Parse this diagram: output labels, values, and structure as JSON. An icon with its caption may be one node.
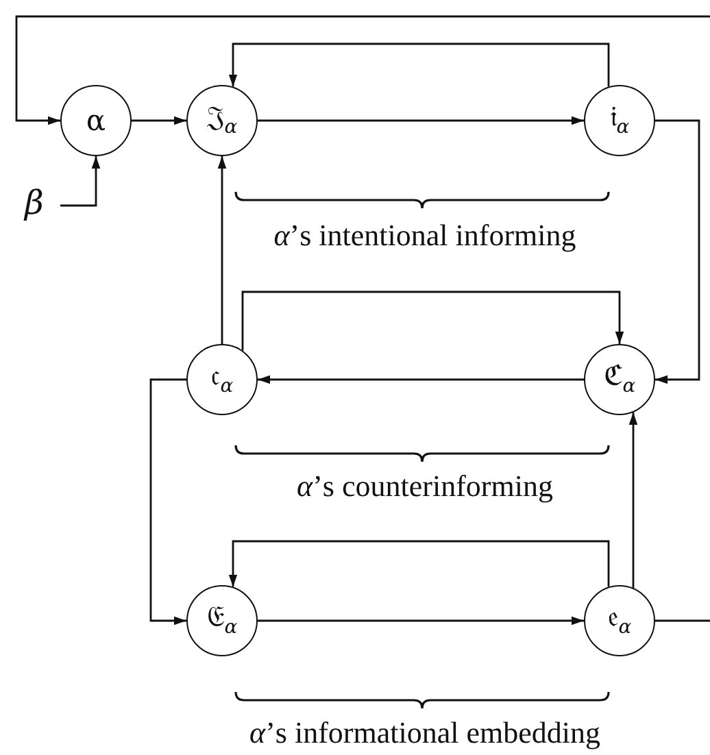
{
  "diagram": {
    "nodes": [
      {
        "text": [
          "α"
        ]
      },
      {
        "text": [
          "β"
        ]
      },
      {
        "text": [
          "𝔍$_{α}$"
        ]
      },
      {
        "text": [
          "𝔦$_{α}$"
        ]
      },
      {
        "text": [
          "𝔠$_{α}$"
        ]
      },
      {
        "text": [
          "ℭ$_{α}$"
        ]
      },
      {
        "text": [
          "𝔈$_{α}$"
        ]
      },
      {
        "text": [
          "𝔢$_{α}$"
        ]
      }
    ],
    "edges": [
      {
        "from": 0,
        "to": 2,
        "arrow": "to"
      },
      {
        "from": 1,
        "to": 0,
        "arrow": "to"
      },
      {
        "from": 2,
        "to": 3,
        "arrow": "to"
      },
      {
        "from": 3,
        "to": 2,
        "arrow": "to"
      },
      {
        "from": 3,
        "to": 5,
        "arrow": "to"
      },
      {
        "from": 5,
        "to": 4,
        "arrow": "to"
      },
      {
        "from": 4,
        "to": 5,
        "arrow": "to"
      },
      {
        "from": 4,
        "to": 2,
        "arrow": "to"
      },
      {
        "from": 4,
        "to": 6,
        "arrow": "to"
      },
      {
        "from": 6,
        "to": 7,
        "arrow": "to"
      },
      {
        "from": 7,
        "to": 6,
        "arrow": "to"
      },
      {
        "from": 7,
        "to": 5,
        "arrow": "to"
      },
      {
        "from": 7,
        "to": null,
        "arrow": "none"
      },
      {
        "from": null,
        "to": 0,
        "arrow": "to"
      }
    ],
    "labels": [
      "*α*’s intentional informing",
      "*α*’s counterinforming",
      "*α*’s informational embedding"
    ]
  }
}
